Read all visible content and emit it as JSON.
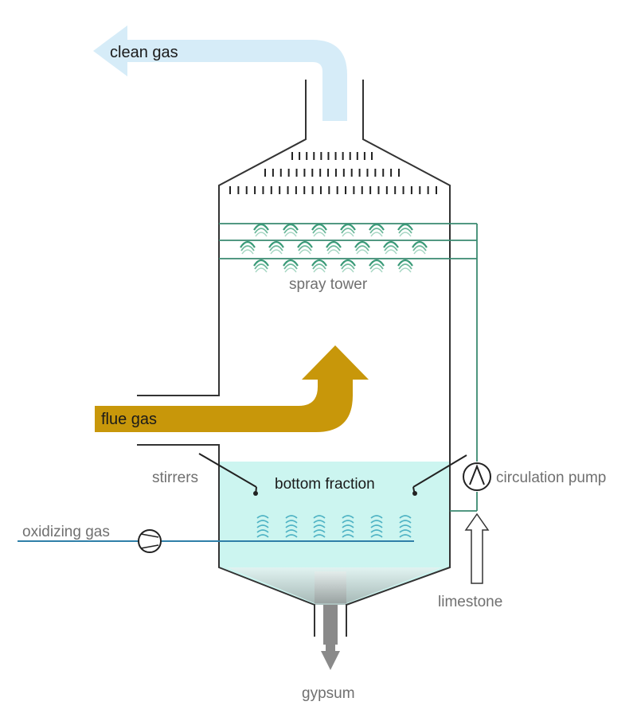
{
  "labels": {
    "clean_gas": "clean gas",
    "spray_tower": "spray tower",
    "flue_gas": "flue gas",
    "stirrers": "stirrers",
    "bottom_fraction": "bottom fraction",
    "circulation_pump": "circulation pump",
    "oxidizing_gas": "oxidizing gas",
    "limestone": "limestone",
    "gypsum": "gypsum"
  },
  "colors": {
    "clean_gas_arrow": "#d6ecf8",
    "flue_gas_arrow": "#c8970a",
    "slurry": "#ccf5f0",
    "spray": "#3a9a78",
    "pipe": "#3a8a70",
    "oxidizing_line": "#2f7fa8",
    "vessel": "#333333"
  }
}
